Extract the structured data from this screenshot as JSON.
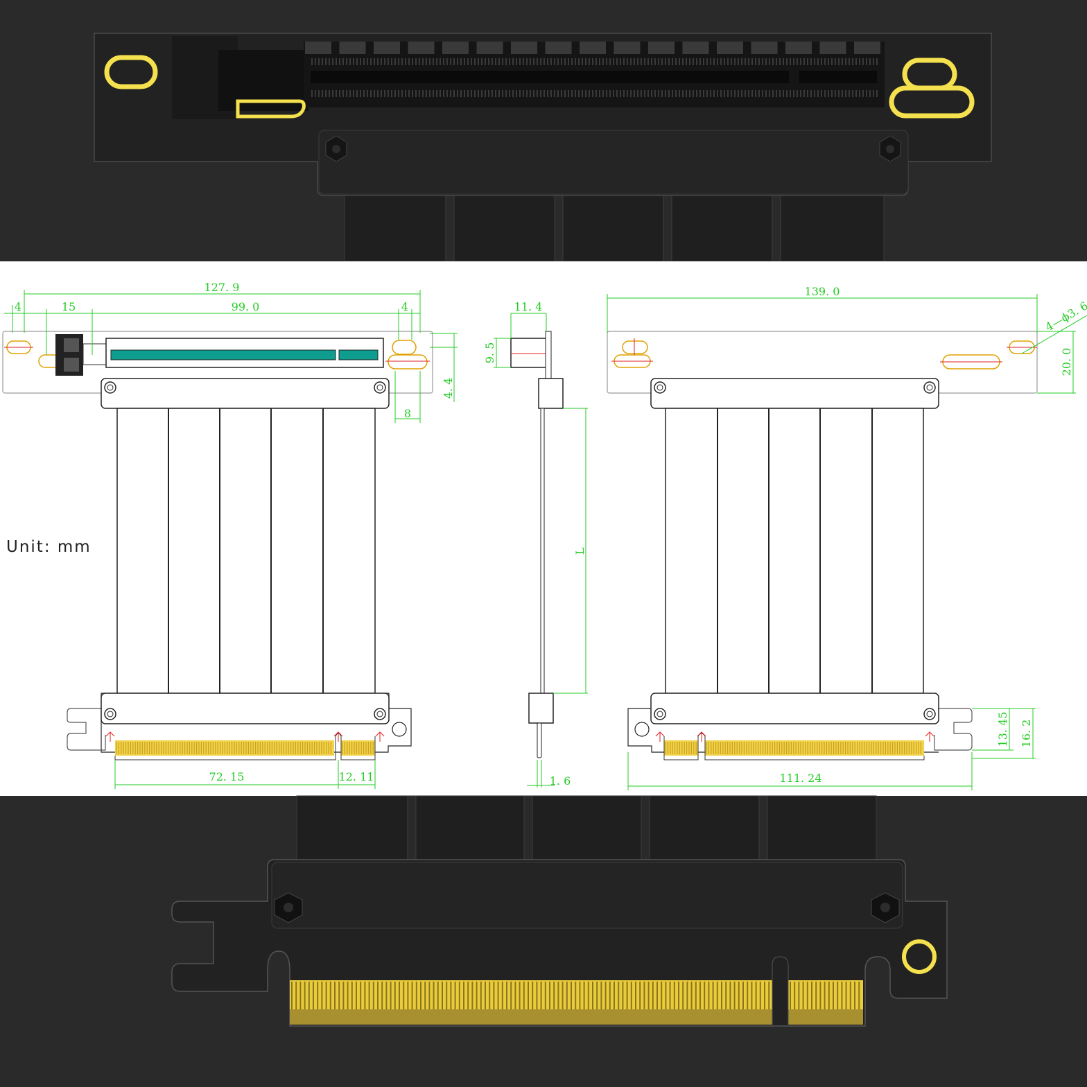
{
  "unit_label": "Unit: mm",
  "colors": {
    "dark_bg": "#2a2a2a",
    "photo_part": "#222222",
    "drawing_bg": "#ffffff",
    "dimension": "#22cc22",
    "contacts": "#f2d24a",
    "accent_yellow": "#f5e04e",
    "connector_teal": "#0e9d8f",
    "marker_red": "#dd2222"
  },
  "dimensions": {
    "front": {
      "overall_width": "127. 9",
      "left_hole_offset": "4",
      "slot_offset": "15",
      "slot_length": "99. 0",
      "right_hole_offset": "4",
      "hole_height": "4. 4",
      "right_edge": "8",
      "finger_main": "72. 15",
      "finger_short": "12. 11"
    },
    "side": {
      "connector_depth": "11. 4",
      "connector_height": "9. 5",
      "cable_length": "L",
      "board_thickness": "1. 6"
    },
    "back": {
      "overall_width": "139. 0",
      "hole_spec": "4—ϕ3. 6",
      "bracket_height": "20. 0",
      "bottom_length": "111. 24",
      "finger_height": "13. 45",
      "bracket_lower_height": "16. 2"
    }
  }
}
